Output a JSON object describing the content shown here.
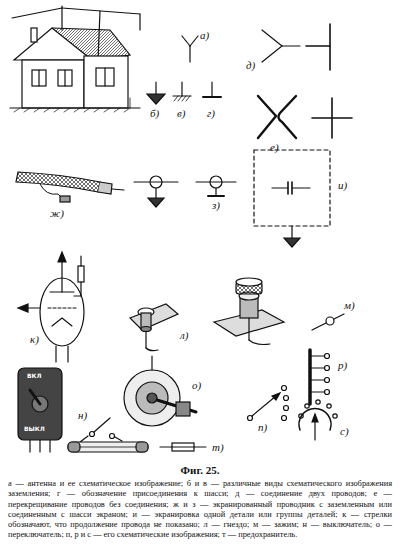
{
  "diagram": {
    "title": "Фиг. 25.",
    "caption": "а — антенна и ее схематическое изображение; б и в — различные виды схематического изображения заземления; г — обозначение присоединения к шасси; д — соединение двух проводов; е — перекрещивание проводов без соединения; ж и з — экранированный проводник с заземленным или соединенным с шасси экраном; и — экранировка одной детали или группы деталей; к — стрелки обозначают, что продолжение провода не показано; л — гнездо; м — зажим; н — выключатель; о — переключатель; п, р и с — его схематические изображения; т — предохранитель.",
    "labels": [
      "а)",
      "б)",
      "в)",
      "г)",
      "д)",
      "е)",
      "ж)",
      "з)",
      "и)",
      "к)",
      "л)",
      "м)",
      "ВКЛ",
      "ВЫКЛ",
      "н)",
      "о)",
      "п)",
      "р)",
      "с)",
      "т)"
    ]
  }
}
